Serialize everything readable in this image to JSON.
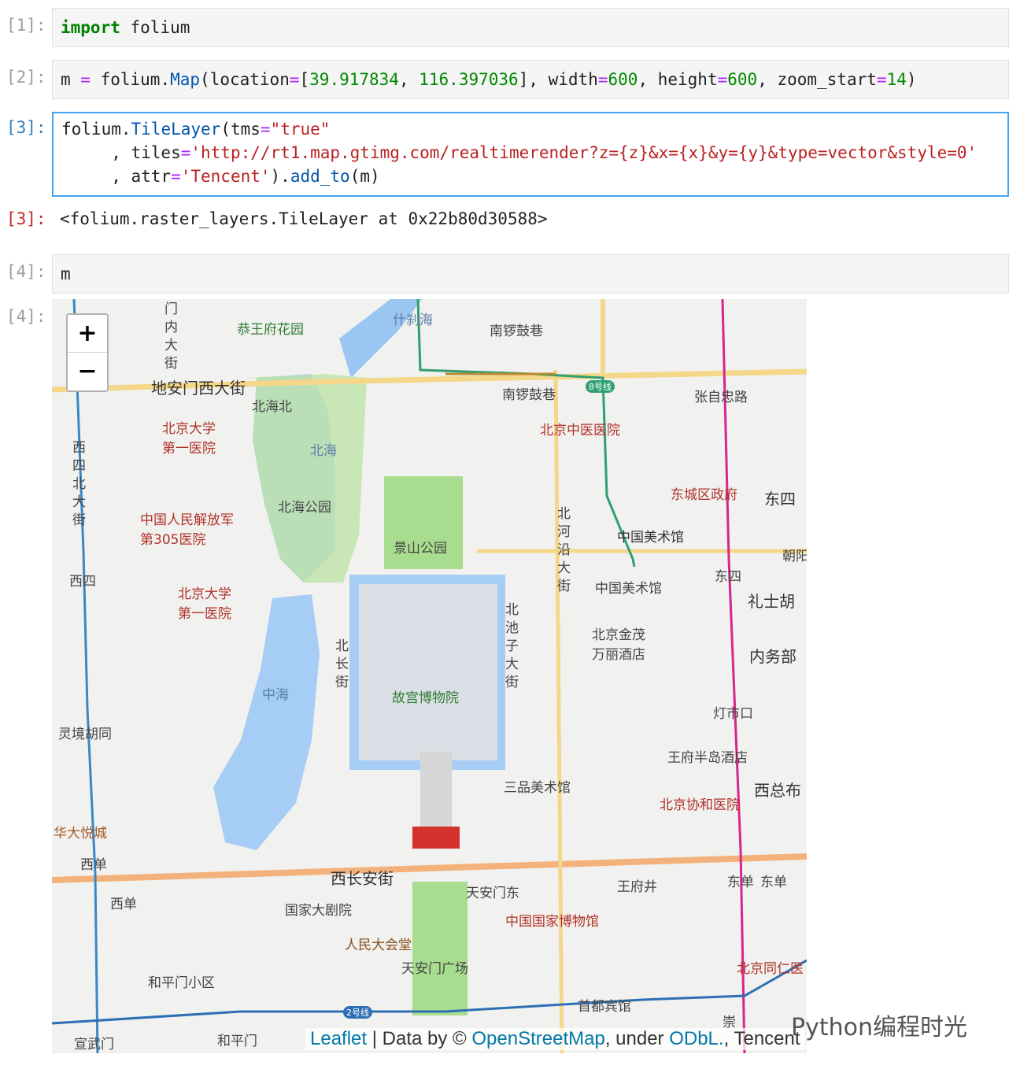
{
  "cells": [
    {
      "prompt": "[1]:",
      "code": {
        "kw": "import",
        "rest": " folium"
      }
    },
    {
      "prompt": "[2]:",
      "code": {
        "a": "m ",
        "op": "=",
        "b": " folium.",
        "fn": "Map",
        "c": "(location",
        "op2": "=",
        "d": "[",
        "n1": "39.917834",
        "e": ", ",
        "n2": "116.397036",
        "f": "], width",
        "op3": "=",
        "n3": "600",
        "g": ", height",
        "op4": "=",
        "n4": "600",
        "h": ", zoom_start",
        "op5": "=",
        "n5": "14",
        "i": ")"
      }
    },
    {
      "prompt": "[3]:",
      "code": {
        "a": "folium.",
        "fn": "TileLayer",
        "b": "(tms",
        "op": "=",
        "s1": "\"true\"",
        "l2a": "     , tiles",
        "op2": "=",
        "s2": "'http://rt1.map.gtimg.com/realtimerender?z={z}&x={x}&y={y}&type=vector&style=0'",
        "l3a": "     , attr",
        "op3": "=",
        "s3": "'Tencent'",
        "l3b": ").",
        "fn2": "add_to",
        "l3c": "(m)"
      }
    },
    {
      "prompt": "[3]:",
      "output": "<folium.raster_layers.TileLayer at 0x22b80d30588>"
    },
    {
      "prompt": "[4]:",
      "code": "m"
    },
    {
      "prompt": "[4]:"
    }
  ],
  "map": {
    "zoom_in": "+",
    "zoom_out": "−",
    "labels": [
      "门内大街",
      "恭王府花园",
      "什刹海",
      "南锣鼓巷",
      "地安门西大街",
      "北海北",
      "南锣鼓巷",
      "8号线",
      "张自忠路",
      "北京大学第一医院",
      "北京中医医院",
      "北海",
      "北海公园",
      "景山公园",
      "东城区政府",
      "东四",
      "中国人民解放军第305医院",
      "北河沿大街",
      "中国美术馆",
      "朝阳",
      "西四北大街",
      "西四",
      "中国美术馆",
      "东四",
      "礼士胡",
      "北京大学第一医院",
      "北京金茂万丽酒店",
      "北池子大街",
      "内务部",
      "北长街",
      "中海",
      "故宫博物院",
      "灯市口",
      "灵境胡同",
      "王府半岛酒店",
      "三品美术馆",
      "西总布",
      "北京协和医院",
      "华大悦城",
      "西单",
      "西单",
      "西长安街",
      "天安门东",
      "王府井",
      "东单",
      "东单",
      "国家大剧院",
      "中国国家博物馆",
      "人民大会堂",
      "天安门广场",
      "北京同仁医",
      "和平门小区",
      "首都宾馆",
      "宣武门",
      "和平门",
      "2号线",
      "崇"
    ],
    "attribution": {
      "leaflet": "Leaflet",
      "sep": " | Data by © ",
      "osm": "OpenStreetMap",
      "under": ", under ",
      "odbl": "ODbL.",
      "tail": ", Tencent"
    }
  },
  "watermark": "Python编程时光"
}
